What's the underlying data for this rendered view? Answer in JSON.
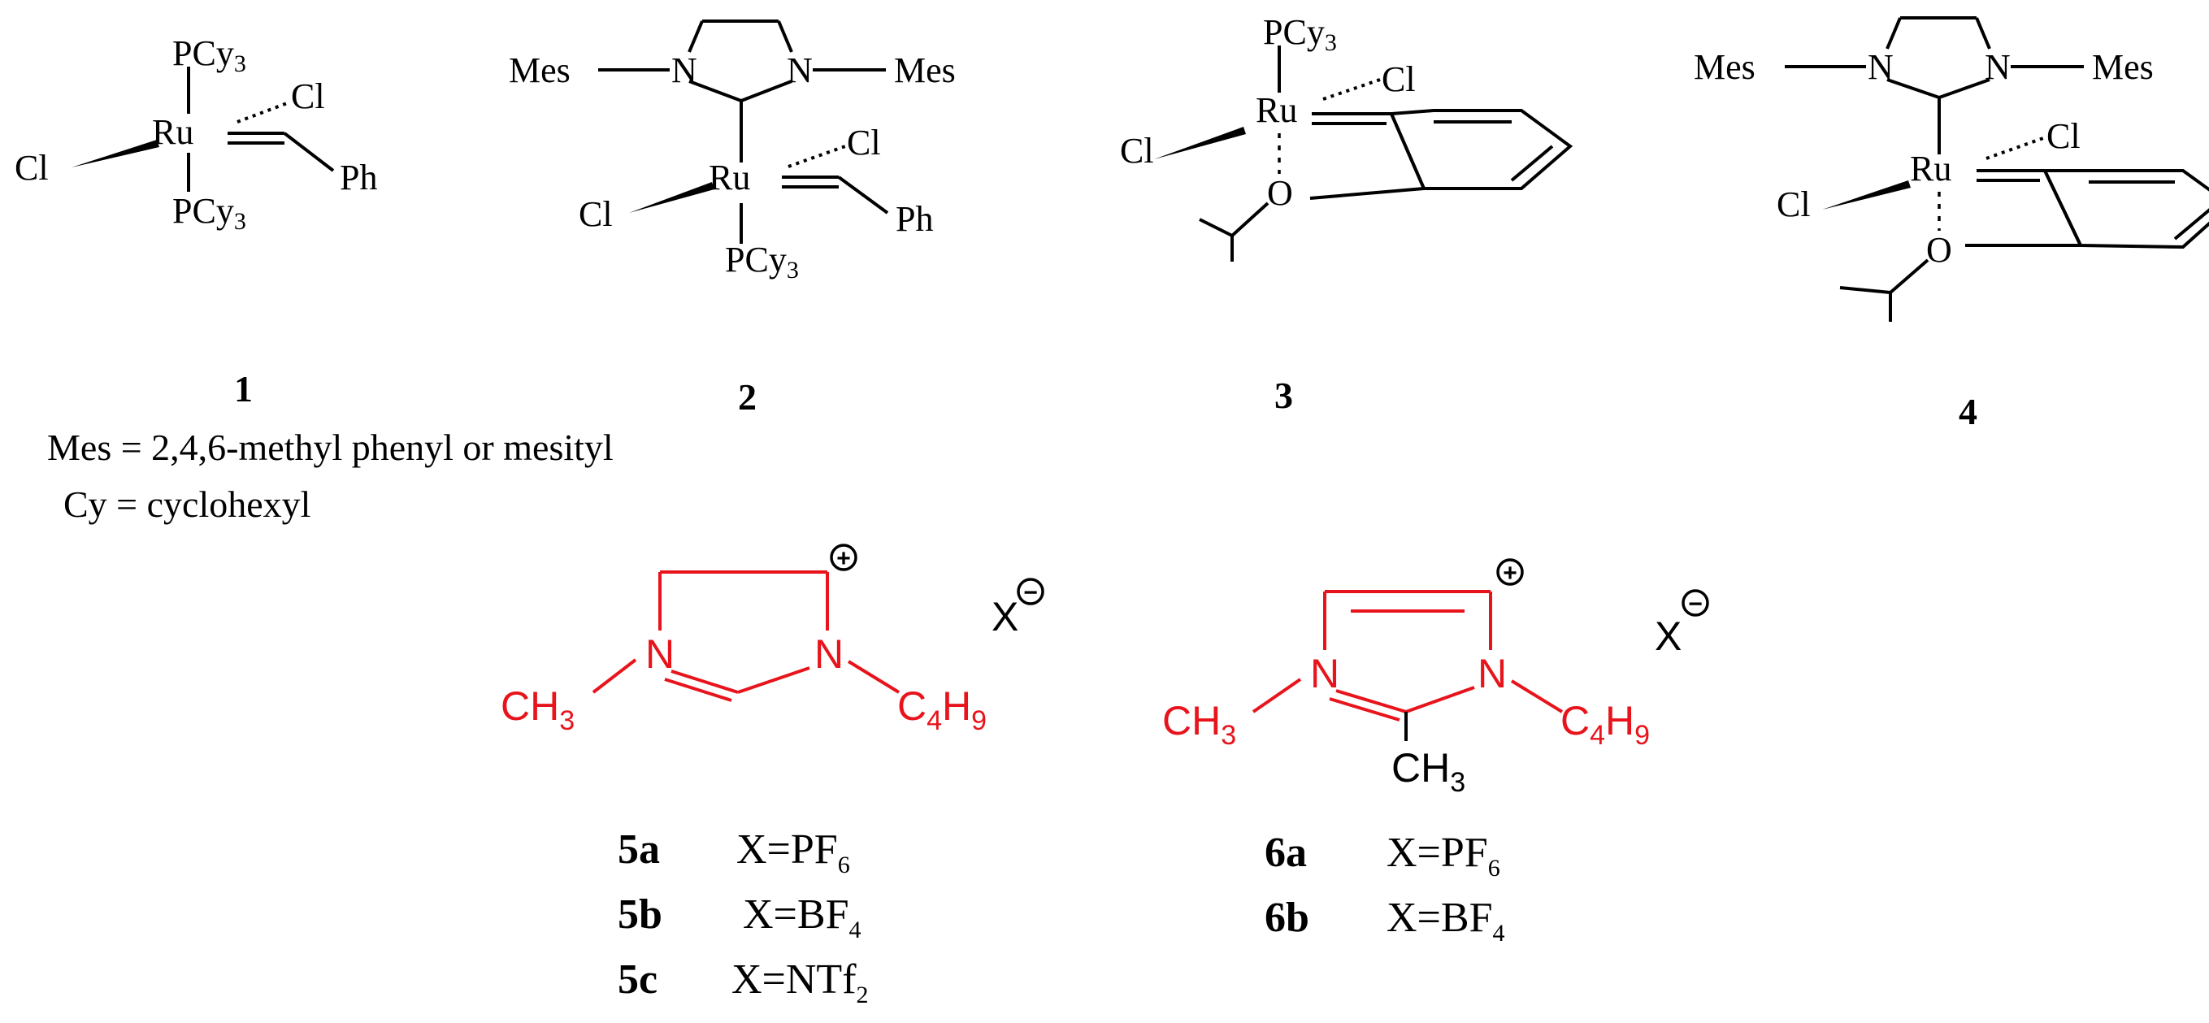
{
  "colors": {
    "ionic_liquid": "#e8141c",
    "default": "#000000"
  },
  "atoms": {
    "ru": "Ru",
    "cl": "Cl",
    "ph": "Ph",
    "pcy": "PCy",
    "three": "3",
    "n": "N",
    "o": "O",
    "mes": "Mes",
    "ch": "CH",
    "c": "C",
    "h": "H",
    "four": "4",
    "nine": "9",
    "x": "X",
    "plus": "+",
    "minus": "−"
  },
  "compounds": {
    "c1": {
      "id": "1"
    },
    "c2": {
      "id": "2"
    },
    "c3": {
      "id": "3"
    },
    "c4": {
      "id": "4"
    }
  },
  "notes": {
    "mes_def": "Mes = 2,4,6-methyl phenyl or mesityl",
    "cy_def": "Cy = cyclohexyl"
  },
  "legends": {
    "il5": [
      {
        "id": "5a",
        "formula": "X=PF",
        "sub": "6"
      },
      {
        "id": "5b",
        "formula": "X=BF",
        "sub": "4"
      },
      {
        "id": "5c",
        "formula": "X=NTf",
        "sub": "2"
      }
    ],
    "il6": [
      {
        "id": "6a",
        "formula": "X=PF",
        "sub": "6"
      },
      {
        "id": "6b",
        "formula": "X=BF",
        "sub": "4"
      }
    ]
  }
}
